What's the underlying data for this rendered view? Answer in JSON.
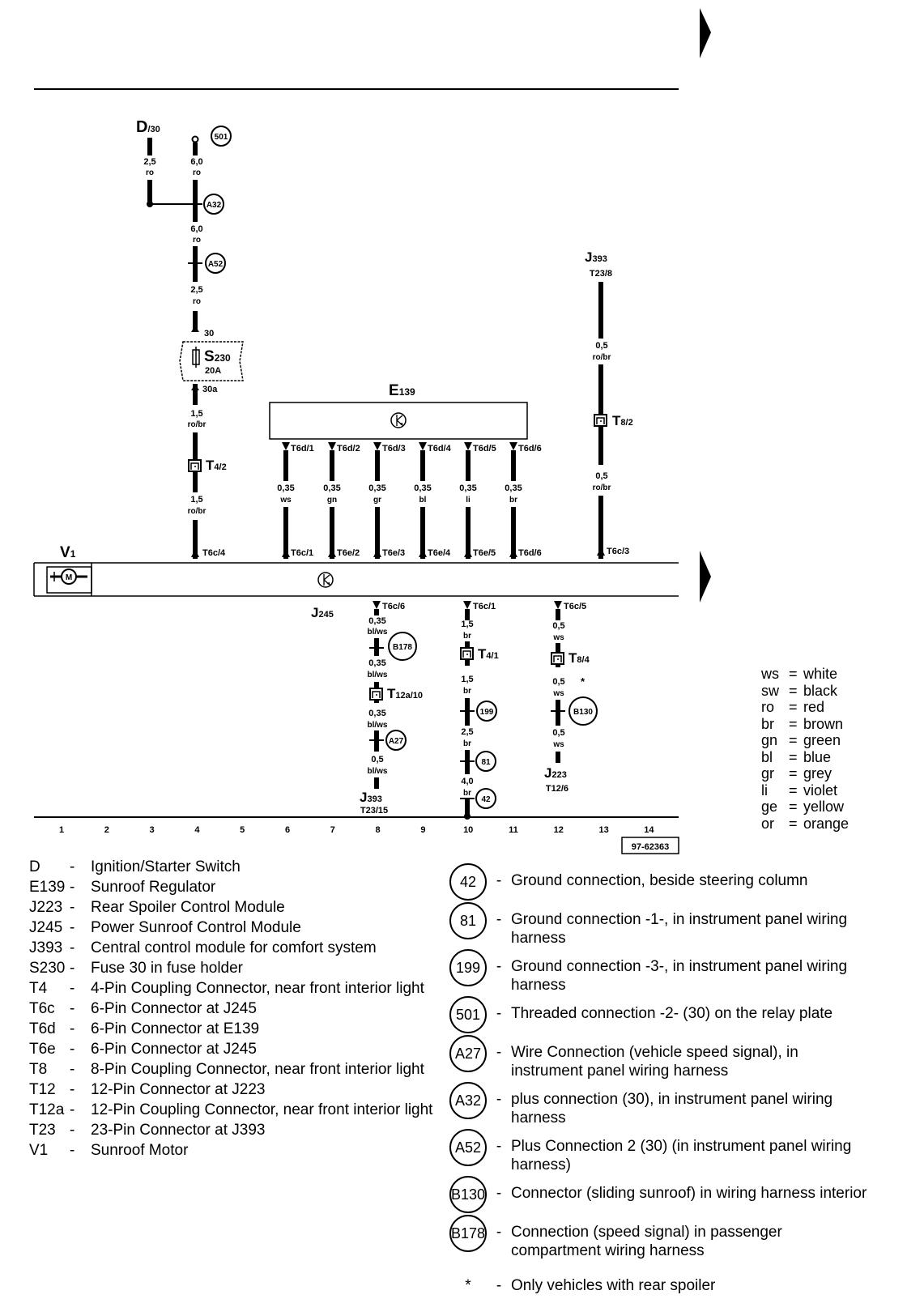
{
  "diagram": {
    "components": {
      "D": {
        "code": "D",
        "sub": "/30"
      },
      "E139": {
        "code": "E",
        "sub": "139"
      },
      "J393_top": {
        "code": "J",
        "sub": "393",
        "pin": "T23/8"
      },
      "V1": {
        "code": "V",
        "sub": "1"
      },
      "J245": {
        "code": "J",
        "sub": "245"
      },
      "J393_bottom": {
        "code": "J",
        "sub": "393",
        "pin": "T23/15"
      },
      "J223": {
        "code": "J",
        "sub": "223",
        "pin": "T12/6"
      },
      "S230": {
        "code": "S",
        "sub": "230",
        "rating": "20A",
        "pin_in": "30",
        "pin_out": "30a"
      },
      "M": "M"
    },
    "connector_labels": {
      "T4_2": {
        "code": "T",
        "sub": "4/2"
      },
      "T8_2": {
        "code": "T",
        "sub": "8/2"
      },
      "T4_1": {
        "code": "T",
        "sub": "4/1"
      },
      "T8_4": {
        "code": "T",
        "sub": "8/4"
      },
      "T12a_10": {
        "code": "T",
        "sub": "12a/10"
      }
    },
    "ground_markers": {
      "m501": "501",
      "A32": "A32",
      "A52": "A52",
      "B178": "B178",
      "A27": "A27",
      "m199": "199",
      "m81": "81",
      "m42": "42",
      "B130": "B130"
    },
    "wire_labels": {
      "d30_size": "2,5",
      "d30_color": "ro",
      "s501_size": "6,0",
      "s501_color": "ro",
      "a32_size": "6,0",
      "a32_color": "ro",
      "a52_size": "2,5",
      "a52_color": "ro",
      "s230_out_size": "1,5",
      "s230_out_color": "ro/br",
      "t42_size": "1,5",
      "t42_color": "ro/br",
      "j393t_size": "0,5",
      "j393t_color": "ro/br",
      "t82_size": "0,5",
      "t82_color": "ro/br",
      "e139_wires": [
        {
          "pin": "T6d/1",
          "size": "0,35",
          "color": "ws",
          "j245pin": "T6c/1"
        },
        {
          "pin": "T6d/2",
          "size": "0,35",
          "color": "gn",
          "j245pin": "T6e/2"
        },
        {
          "pin": "T6d/3",
          "size": "0,35",
          "color": "gr",
          "j245pin": "T6e/3"
        },
        {
          "pin": "T6d/4",
          "size": "0,35",
          "color": "bl",
          "j245pin": "T6e/4"
        },
        {
          "pin": "T6d/5",
          "size": "0,35",
          "color": "li",
          "j245pin": "T6e/5"
        },
        {
          "pin": "T6d/6",
          "size": "0,35",
          "color": "br",
          "j245pin": "T6d/6"
        }
      ],
      "t6c4": "T6c/4",
      "t6c3": "T6c/3",
      "t6c6": "T6c/6",
      "t6c1b": "T6c/1",
      "t6c5": "T6c/5",
      "c8": [
        {
          "size": "0,35",
          "color": "bl/ws"
        },
        {
          "size": "0,35",
          "color": "bl/ws"
        },
        {
          "size": "0,35",
          "color": "bl/ws"
        },
        {
          "size": "0,5",
          "color": "bl/ws"
        }
      ],
      "c10": [
        {
          "size": "1,5",
          "color": "br"
        },
        {
          "size": "1,5",
          "color": "br"
        },
        {
          "size": "2,5",
          "color": "br"
        },
        {
          "size": "4,0",
          "color": "br"
        }
      ],
      "c12": [
        {
          "size": "0,5",
          "color": "ws"
        },
        {
          "size": "0,5",
          "color": "ws"
        },
        {
          "size": "0,5",
          "color": "ws"
        }
      ],
      "star": "*"
    },
    "columns": [
      "1",
      "2",
      "3",
      "4",
      "5",
      "6",
      "7",
      "8",
      "9",
      "10",
      "11",
      "12",
      "13",
      "14"
    ],
    "ref": "97-62363"
  },
  "legend": [
    {
      "code": "D",
      "desc": "Ignition/Starter Switch"
    },
    {
      "code": "E139",
      "desc": "Sunroof Regulator"
    },
    {
      "code": "J223",
      "desc": "Rear Spoiler Control Module"
    },
    {
      "code": "J245",
      "desc": "Power Sunroof Control Module"
    },
    {
      "code": "J393",
      "desc": "Central control module for comfort system"
    },
    {
      "code": "S230",
      "desc": "Fuse 30 in fuse holder"
    },
    {
      "code": "T4",
      "desc": "4-Pin Coupling Connector, near front interior light"
    },
    {
      "code": "T6c",
      "desc": "6-Pin Connector at J245"
    },
    {
      "code": "T6d",
      "desc": "6-Pin Connector at E139"
    },
    {
      "code": "T6e",
      "desc": "6-Pin Connector at J245"
    },
    {
      "code": "T8",
      "desc": "8-Pin Coupling Connector, near front interior light"
    },
    {
      "code": "T12",
      "desc": "12-Pin Connector at J223"
    },
    {
      "code": "T12a",
      "desc": "12-Pin Coupling Connector, near front interior light"
    },
    {
      "code": "T23",
      "desc": "23-Pin Connector at J393"
    },
    {
      "code": "V1",
      "desc": "Sunroof Motor"
    }
  ],
  "legend_dash": "-",
  "ground_legend": [
    {
      "id": "42",
      "desc": "Ground connection, beside steering column"
    },
    {
      "id": "81",
      "desc": "Ground connection -1-, in instrument panel wiring harness"
    },
    {
      "id": "199",
      "desc": "Ground connection -3-, in instrument panel wiring harness"
    },
    {
      "id": "501",
      "desc": "Threaded connection -2- (30) on the relay plate"
    },
    {
      "id": "A27",
      "desc": "Wire Connection (vehicle speed signal), in instrument panel  wiring harness"
    },
    {
      "id": "A32",
      "desc": "plus connection (30), in instrument panel wiring harness"
    },
    {
      "id": "A52",
      "desc": "Plus Connection 2 (30) (in instrument panel wiring harness)"
    },
    {
      "id": "B130",
      "desc": "Connector (sliding sunroof) in wiring harness interior"
    },
    {
      "id": "B178",
      "desc": "Connection (speed signal) in passenger compartment wiring harness"
    }
  ],
  "footnote": {
    "symbol": "*",
    "desc": "Only vehicles with rear spoiler"
  },
  "color_codes": [
    {
      "abbr": "ws",
      "name": "white"
    },
    {
      "abbr": "sw",
      "name": "black"
    },
    {
      "abbr": "ro",
      "name": "red"
    },
    {
      "abbr": "br",
      "name": "brown"
    },
    {
      "abbr": "gn",
      "name": "green"
    },
    {
      "abbr": "bl",
      "name": "blue"
    },
    {
      "abbr": "gr",
      "name": "grey"
    },
    {
      "abbr": "li",
      "name": "violet"
    },
    {
      "abbr": "ge",
      "name": "yellow"
    },
    {
      "abbr": "or",
      "name": "orange"
    }
  ],
  "color_eq": "="
}
